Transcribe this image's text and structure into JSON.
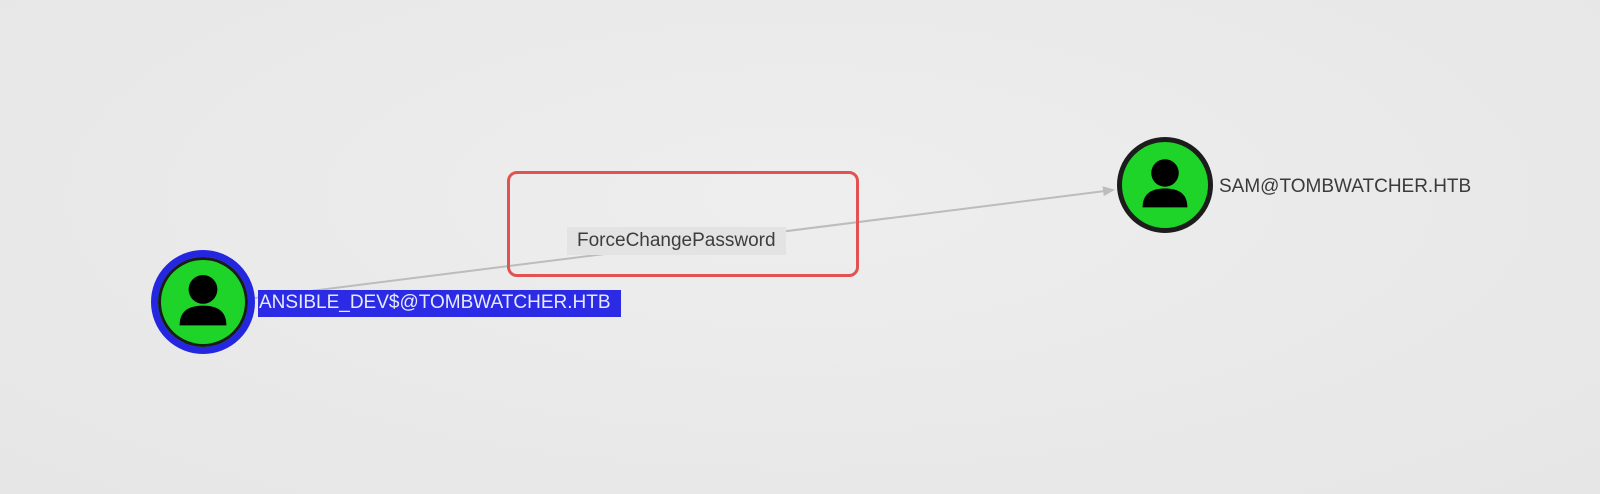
{
  "graph": {
    "nodes": [
      {
        "label": "ANSIBLE_DEV$@TOMBWATCHER.HTB",
        "icon": "user-icon",
        "selected": true,
        "fill_color": "#1ed428",
        "highlight_color": "#2426e0"
      },
      {
        "label": "SAM@TOMBWATCHER.HTB",
        "icon": "user-icon",
        "selected": false,
        "fill_color": "#1ed428"
      }
    ],
    "edges": [
      {
        "label": "ForceChangePassword",
        "from": "ANSIBLE_DEV$@TOMBWATCHER.HTB",
        "to": "SAM@TOMBWATCHER.HTB"
      }
    ],
    "annotation_color": "#e25252"
  }
}
